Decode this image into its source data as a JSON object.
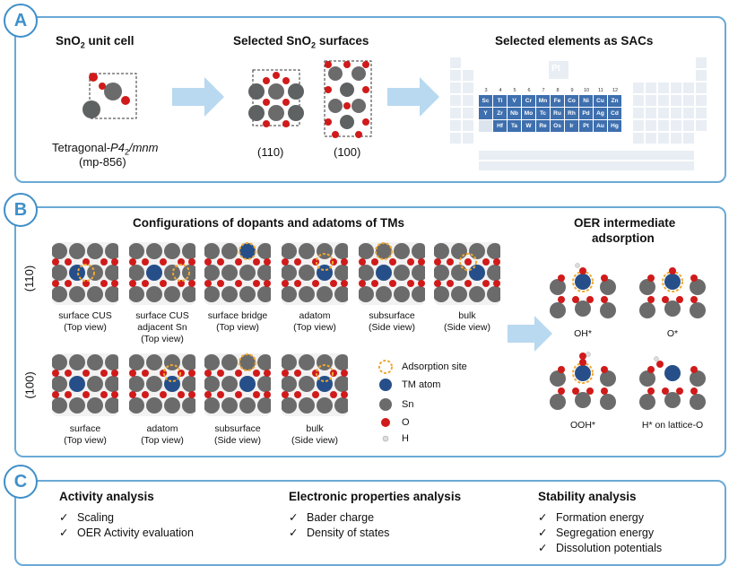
{
  "panels": {
    "a": {
      "badge": "A",
      "unit_cell_title": "SnO2 unit cell",
      "unit_cell_title_main": "SnO",
      "unit_cell_title_sub": "2",
      "unit_cell_title_rest": " unit cell",
      "surfaces_title_main": "Selected SnO",
      "surfaces_title_sub": "2",
      "surfaces_title_rest": " surfaces",
      "sacs_title": "Selected elements as SACs",
      "spacegroup_main": "Tetragonal-",
      "spacegroup_italic": "P4",
      "spacegroup_sub": "2",
      "spacegroup_rest": "/mnm",
      "mp_id": "(mp-856)",
      "surface_110": "(110)",
      "surface_100": "(100)",
      "group_numbers": [
        "3",
        "4",
        "5",
        "6",
        "7",
        "8",
        "9",
        "10",
        "11",
        "12"
      ],
      "tm_row1": [
        "Sc",
        "Ti",
        "V",
        "Cr",
        "Mn",
        "Fe",
        "Co",
        "Ni",
        "Cu",
        "Zn"
      ],
      "tm_row2": [
        "Y",
        "Zr",
        "Nb",
        "Mo",
        "Tc",
        "Ru",
        "Rh",
        "Pd",
        "Ag",
        "Cd"
      ],
      "tm_row3": [
        "Hf",
        "Ta",
        "W",
        "Re",
        "Os",
        "Ir",
        "Pt",
        "Au",
        "Hg"
      ],
      "ghost_element": "Pt"
    },
    "b": {
      "badge": "B",
      "config_title": "Configurations of dopants and adatoms of TMs",
      "oer_title_1": "OER intermediate",
      "oer_title_2": "adsorption",
      "row_110": "(110)",
      "row_100": "(100)",
      "configs_110": [
        {
          "l1": "surface CUS",
          "l2": "(Top view)",
          "l3": ""
        },
        {
          "l1": "surface CUS",
          "l2": "adjacent Sn",
          "l3": "(Top view)"
        },
        {
          "l1": "surface bridge",
          "l2": "(Top view)",
          "l3": ""
        },
        {
          "l1": "adatom",
          "l2": "(Top view)",
          "l3": ""
        },
        {
          "l1": "subsurface",
          "l2": "(Side view)",
          "l3": ""
        },
        {
          "l1": "bulk",
          "l2": "(Side view)",
          "l3": ""
        }
      ],
      "configs_100": [
        {
          "l1": "surface",
          "l2": "(Top view)"
        },
        {
          "l1": "adatom",
          "l2": "(Top view)"
        },
        {
          "l1": "subsurface",
          "l2": "(Side view)"
        },
        {
          "l1": "bulk",
          "l2": "(Side view)"
        }
      ],
      "legend": {
        "adsorption": "Adsorption site",
        "tm": "TM atom",
        "sn": "Sn",
        "o": "O",
        "h": "H"
      },
      "oer_labels": [
        "OH*",
        "O*",
        "OOH*",
        "H* on lattice-O"
      ]
    },
    "c": {
      "badge": "C",
      "activity_title": "Activity analysis",
      "activity_items": [
        "Scaling",
        "OER Activity evaluation"
      ],
      "electronic_title": "Electronic properties analysis",
      "electronic_items": [
        "Bader charge",
        "Density of states"
      ],
      "stability_title": "Stability analysis",
      "stability_items": [
        "Formation energy",
        "Segregation energy",
        "Dissolution potentials"
      ],
      "check": "✓"
    }
  },
  "colors": {
    "border": "#6aa9d6",
    "badge": "#3f8fc9",
    "arrow": "#b8d9f0",
    "sn": "#6b6b6b",
    "o": "#d11a1a",
    "tm": "#264f8a",
    "adsorption": "#f0a830",
    "pt_blue": "#3e6fae"
  }
}
